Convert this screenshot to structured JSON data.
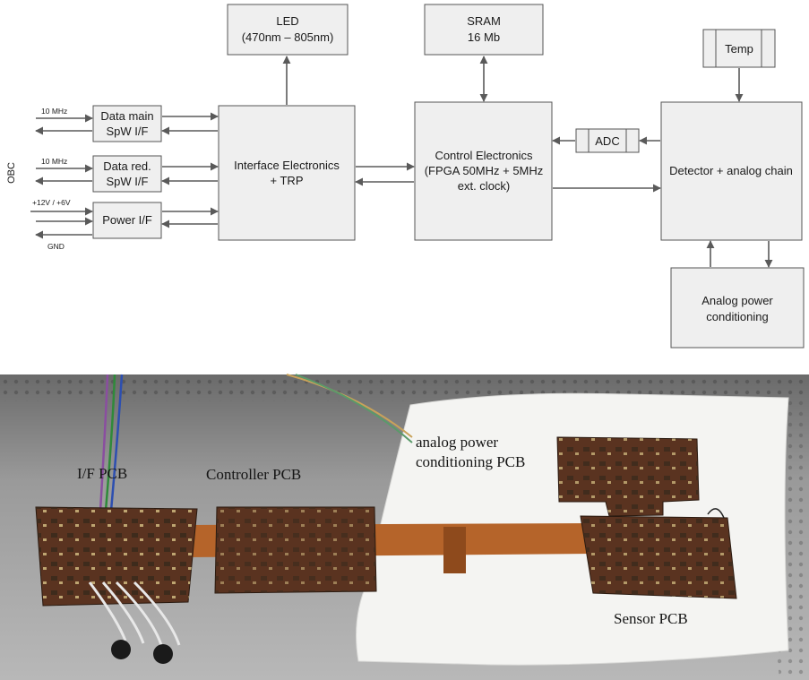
{
  "diagram": {
    "blocks": {
      "led": [
        "LED",
        "(470nm – 805nm)"
      ],
      "sram": [
        "SRAM",
        "16 Mb"
      ],
      "temp": [
        "Temp"
      ],
      "data_main": [
        "Data main",
        "SpW I/F"
      ],
      "data_red": [
        "Data red.",
        "SpW I/F"
      ],
      "power": [
        "Power I/F"
      ],
      "interface": [
        "Interface Electronics",
        "+ TRP"
      ],
      "control": [
        "Control Electronics",
        "(FPGA 50MHz + 5MHz",
        "ext. clock)"
      ],
      "adc": [
        "ADC"
      ],
      "detector": [
        "Detector + analog chain"
      ],
      "analog_power": [
        "Analog power",
        "conditioning"
      ]
    },
    "side_label": "OBC",
    "small_labels": {
      "clk1": "10 MHz",
      "clk2": "10 MHz",
      "supply": "+12V / +6V",
      "gnd": "GND"
    }
  },
  "photo": {
    "labels": {
      "if_pcb": "I/F PCB",
      "controller_pcb": "Controller PCB",
      "analog_pcb_1": "analog power",
      "analog_pcb_2": "conditioning PCB",
      "sensor_pcb": "Sensor PCB"
    }
  }
}
